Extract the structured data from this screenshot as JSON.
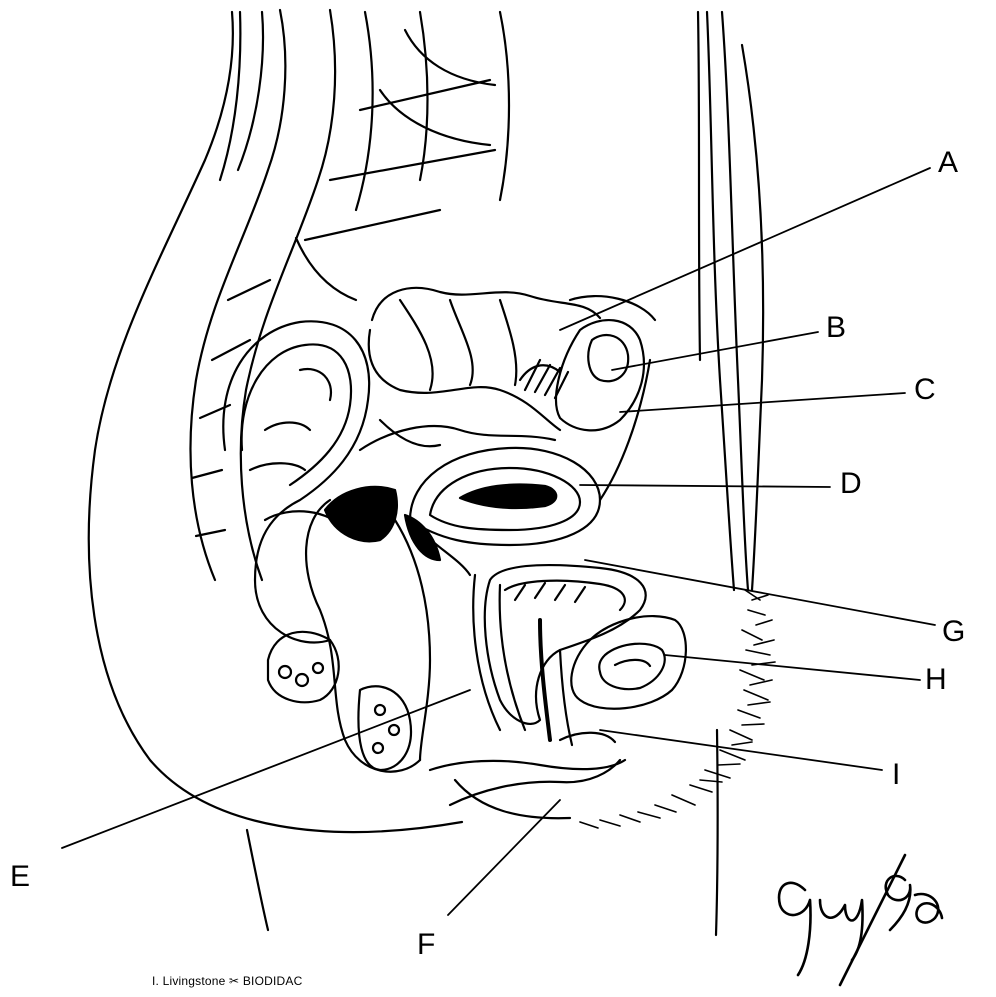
{
  "labels": {
    "a": "A",
    "b": "B",
    "c": "C",
    "d": "D",
    "e": "E",
    "f": "F",
    "g": "G",
    "h": "H",
    "i": "I"
  },
  "credit": "I. Livingstone ✂ BIODIDAC",
  "signature": "Gu/98",
  "colors": {
    "ink": "#000000",
    "paper": "#ffffff"
  }
}
